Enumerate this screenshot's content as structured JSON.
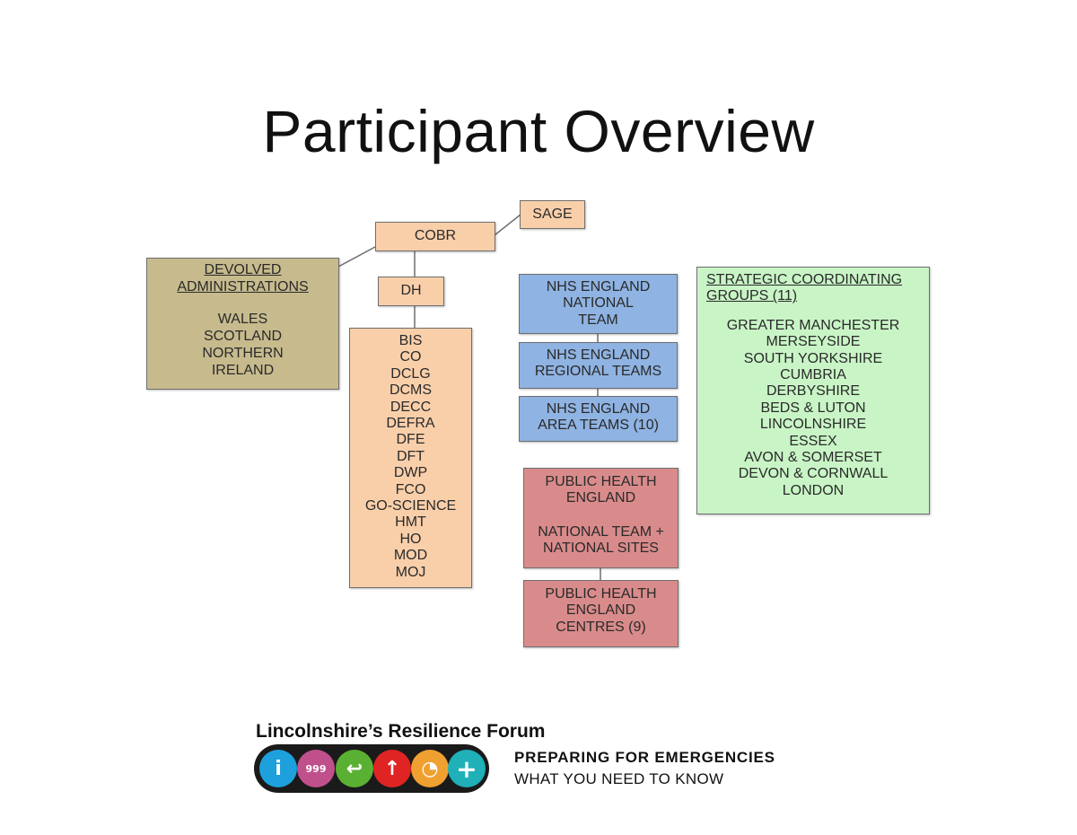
{
  "title": "Participant Overview",
  "nodes": {
    "sage": "SAGE",
    "cobr": "COBR",
    "dh": "DH",
    "devolved": {
      "heading": "DEVOLVED ADMINISTRATIONS",
      "items": [
        "WALES",
        "SCOTLAND",
        "NORTHERN IRELAND"
      ]
    },
    "departments": [
      "BIS",
      "CO",
      "DCLG",
      "DCMS",
      "DECC",
      "DEFRA",
      "DFE",
      "DFT",
      "DWP",
      "FCO",
      "GO-SCIENCE",
      "HMT",
      "HO",
      "MOD",
      "MOJ"
    ],
    "nhs_national": [
      "NHS ENGLAND",
      "NATIONAL",
      "TEAM"
    ],
    "nhs_regional": [
      "NHS ENGLAND",
      "REGIONAL TEAMS"
    ],
    "nhs_area": [
      "NHS ENGLAND",
      "AREA TEAMS (10)"
    ],
    "phe_national": {
      "heading": [
        "PUBLIC HEALTH",
        "ENGLAND"
      ],
      "sub": [
        "NATIONAL TEAM +",
        "NATIONAL SITES"
      ]
    },
    "phe_centres": [
      "PUBLIC HEALTH",
      "ENGLAND",
      "CENTRES (9)"
    ],
    "scg": {
      "heading": "STRATEGIC COORDINATING GROUPS (11)",
      "items": [
        "GREATER MANCHESTER",
        "MERSEYSIDE",
        "SOUTH YORKSHIRE",
        "CUMBRIA",
        "DERBYSHIRE",
        "BEDS & LUTON",
        "LINCOLNSHIRE",
        "ESSEX",
        "AVON & SOMERSET",
        "DEVON & CORNWALL",
        "LONDON"
      ]
    }
  },
  "footer": {
    "forum_name": "Lincolnshire’s Resilience Forum",
    "tagline_1": "PREPARING FOR EMERGENCIES",
    "tagline_2": "WHAT YOU NEED TO KNOW",
    "icons": [
      {
        "name": "info-icon",
        "glyph": "i",
        "color": "#1ea0dc"
      },
      {
        "name": "999-icon",
        "glyph": "999",
        "color": "#c0508c"
      },
      {
        "name": "arrow-return-icon",
        "glyph": "↩",
        "color": "#5ab032"
      },
      {
        "name": "up-arrow-icon",
        "glyph": "↑",
        "color": "#e02424"
      },
      {
        "name": "clock-icon",
        "glyph": "◔",
        "color": "#f0a030"
      },
      {
        "name": "plus-icon",
        "glyph": "+",
        "color": "#1fb0b8"
      }
    ]
  },
  "colors": {
    "peach": "#f9cfaa",
    "tan": "#c7bb8e",
    "blue": "#8fb3e2",
    "red": "#d98b8b",
    "green": "#c9f5c6"
  }
}
